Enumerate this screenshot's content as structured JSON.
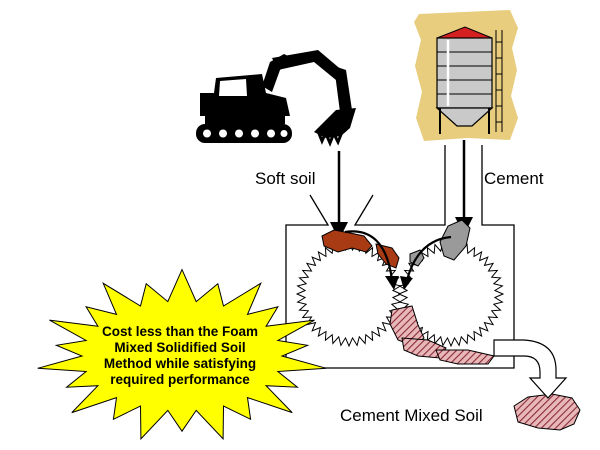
{
  "labels": {
    "soft_soil": "Soft soil",
    "cement": "Cement",
    "cement_mixed_soil": "Cement Mixed Soil"
  },
  "callout": {
    "lines": [
      "Cost less than the Foam",
      "Mixed Solidified Soil",
      "Method while satisfying",
      "required performance"
    ],
    "fill_color": "#ffff00"
  },
  "icons": {
    "excavator": "excavator-icon",
    "silo": "cement-silo-icon"
  },
  "colors": {
    "soil": "#a83a14",
    "cement": "#9a9a9a",
    "mixed_soil": "#b0707a",
    "silo_background": "#e8cd7e",
    "silo_roof": "#d42020"
  }
}
